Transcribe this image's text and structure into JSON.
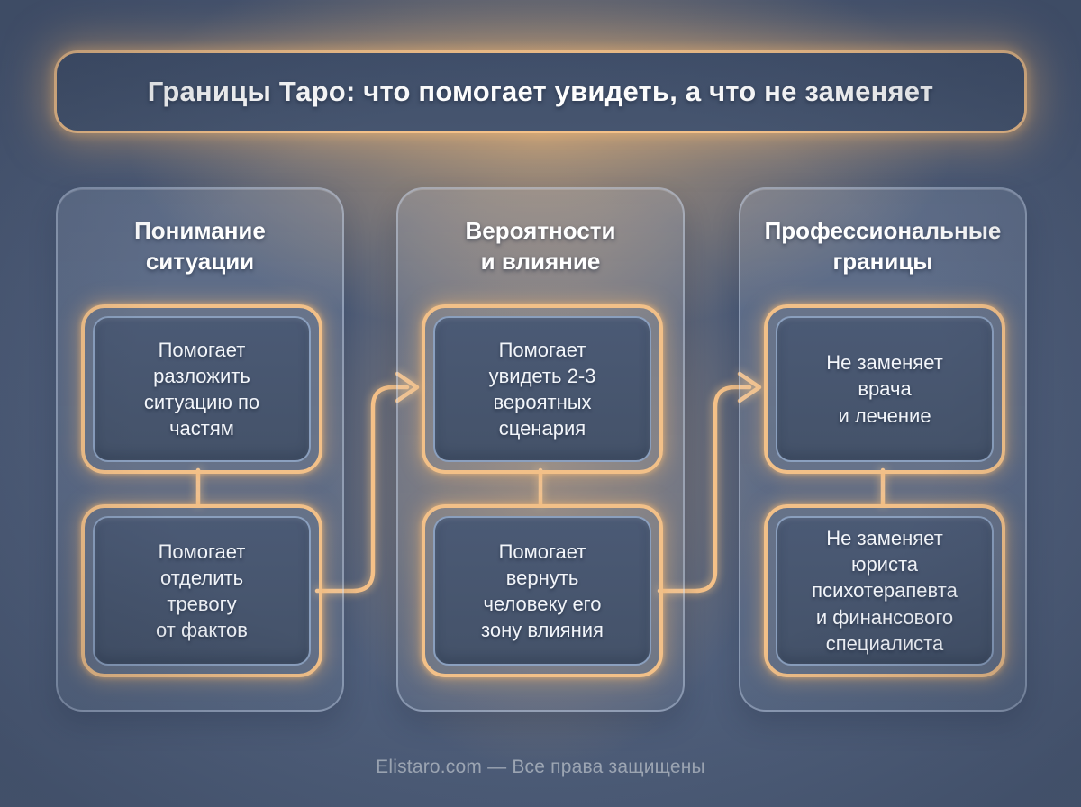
{
  "title": "Границы Таро: что помогает увидеть, а что не заменяет",
  "columns": [
    {
      "header": "Понимание\nситуации",
      "boxes": [
        "Помогает\nразложить\nситуацию по\nчастям",
        "Помогает\nотделить\nтревогу\nот фактов"
      ]
    },
    {
      "header": "Вероятности\nи влияние",
      "boxes": [
        "Помогает\nувидеть 2-3\nвероятных\nсценария",
        "Помогает\nвернуть\nчеловеку его\nзону влияния"
      ]
    },
    {
      "header": "Профессиональные\nграницы",
      "boxes": [
        "Не заменяет\nврача\nи лечение",
        "Не заменяет\nюриста\nпсихотерапевта\nи финансового\nспециалиста"
      ]
    }
  ],
  "footer": "Elistaro.com — Все права защищены",
  "colors": {
    "background": "#4e5c78",
    "accent_orange": "#f4c189",
    "glow": "#f7bf7a",
    "box_fill": "#47566f",
    "box_inner_border": "#96adcd",
    "panel_border": "#d0deF2",
    "text": "#ffffff",
    "footer_text": "#a9b2bf"
  }
}
